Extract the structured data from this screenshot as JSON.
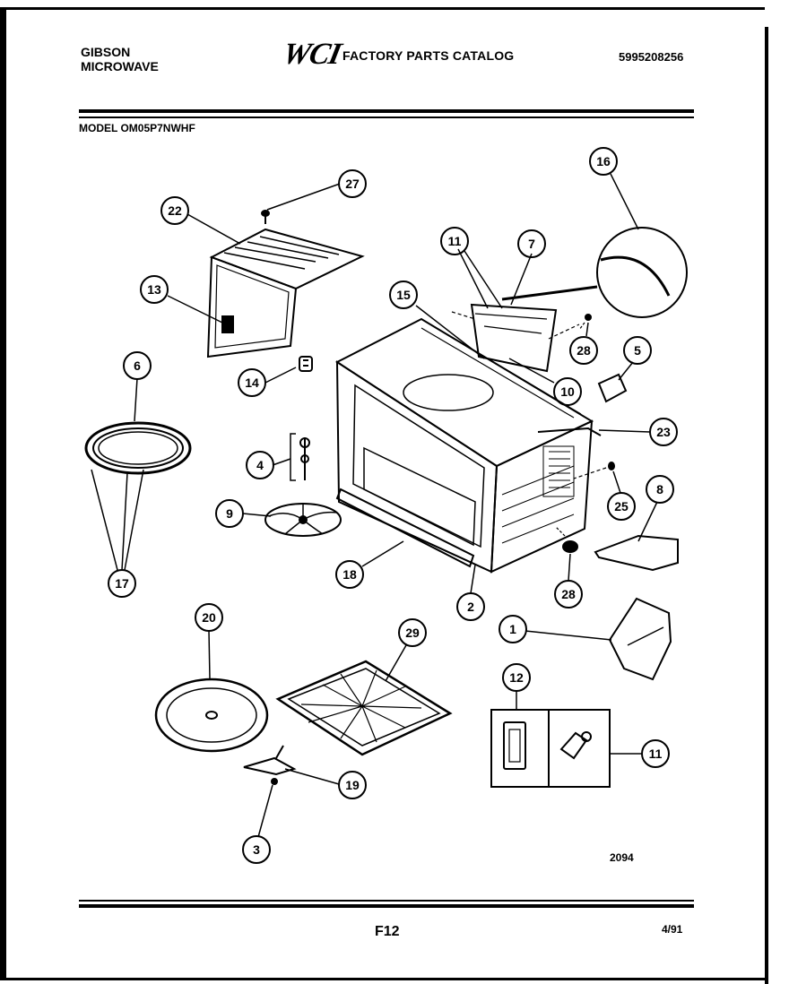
{
  "header": {
    "brand_line1": "GIBSON",
    "brand_line2": "MICROWAVE",
    "logo_text": "WCI",
    "catalog_title": "FACTORY PARTS CATALOG",
    "part_number": "5995208256",
    "model_label": "MODEL OM05P7NWHF"
  },
  "diagram": {
    "figure_number": "2094",
    "callouts": [
      "27",
      "22",
      "13",
      "14",
      "6",
      "4",
      "9",
      "17",
      "15",
      "11",
      "7",
      "16",
      "28",
      "5",
      "10",
      "23",
      "25",
      "8",
      "18",
      "2",
      "28",
      "1",
      "20",
      "29",
      "12",
      "11",
      "19",
      "3"
    ]
  },
  "footer": {
    "page_code": "F12",
    "date": "4/91"
  }
}
